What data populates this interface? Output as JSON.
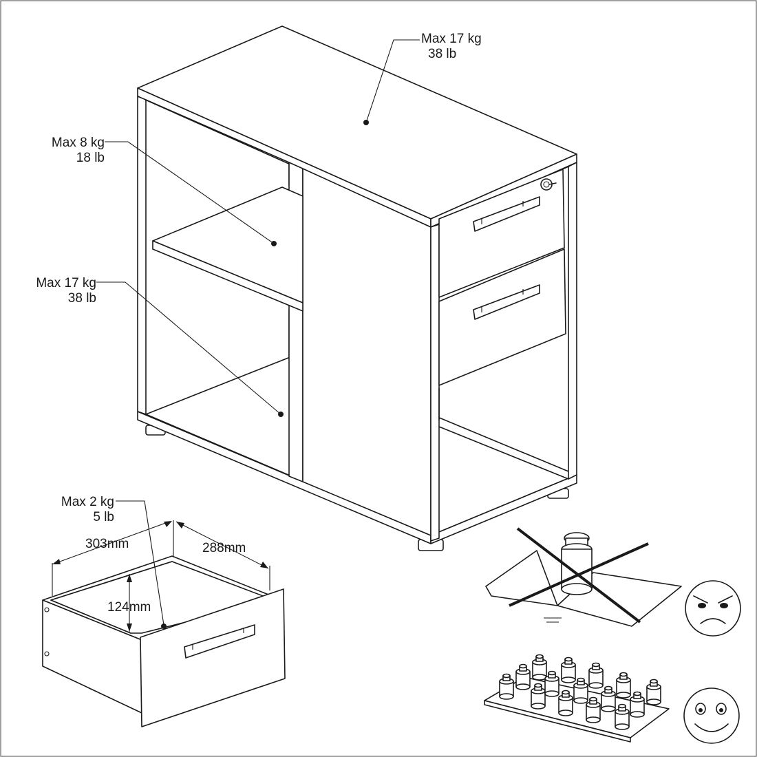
{
  "labels": {
    "top_kg": "Max 17 kg",
    "top_lb": "38 lb",
    "shelf_kg": "Max 8 kg",
    "shelf_lb": "18 lb",
    "bottom_kg": "Max 17 kg",
    "bottom_lb": "38 lb",
    "drawer_kg": "Max 2 kg",
    "drawer_lb": "5 lb"
  },
  "dimensions": {
    "width": "303mm",
    "depth": "288mm",
    "height": "124mm"
  },
  "colors": {
    "line": "#1a1a1a",
    "background": "#ffffff"
  },
  "icons": {
    "wrong": "angry-face-icon",
    "right": "happy-face-icon"
  }
}
